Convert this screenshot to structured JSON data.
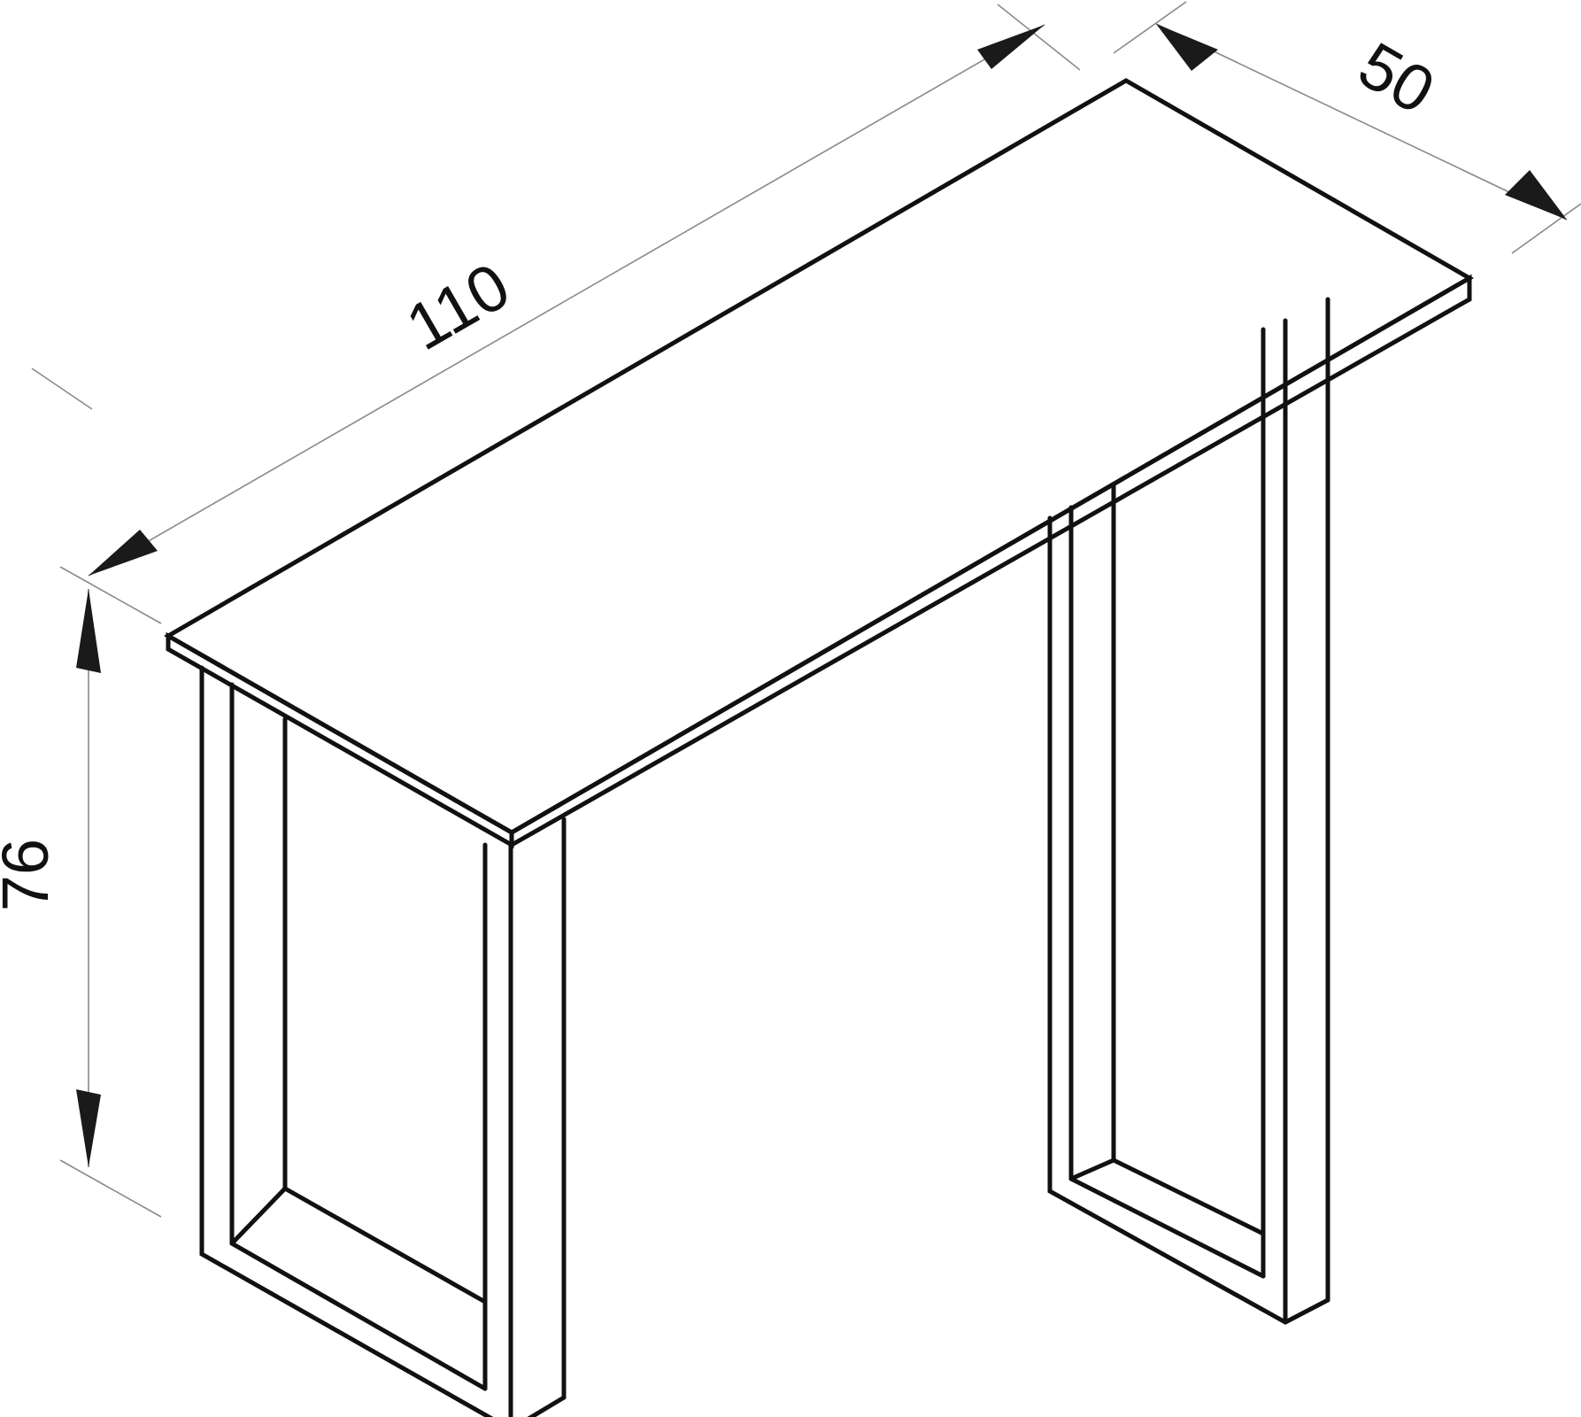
{
  "diagram": {
    "type": "technical-drawing",
    "subject": "desk-with-u-shaped-legs",
    "colors": {
      "line": "#111111",
      "dimension_line": "#8a8a8a",
      "arrow": "#1a1a1a",
      "background": "#ffffff"
    },
    "dimensions": {
      "length": {
        "label": "110",
        "rotation_deg": -30
      },
      "depth": {
        "label": "50",
        "rotation_deg": 30
      },
      "height": {
        "label": "76",
        "rotation_deg": -90
      }
    }
  }
}
